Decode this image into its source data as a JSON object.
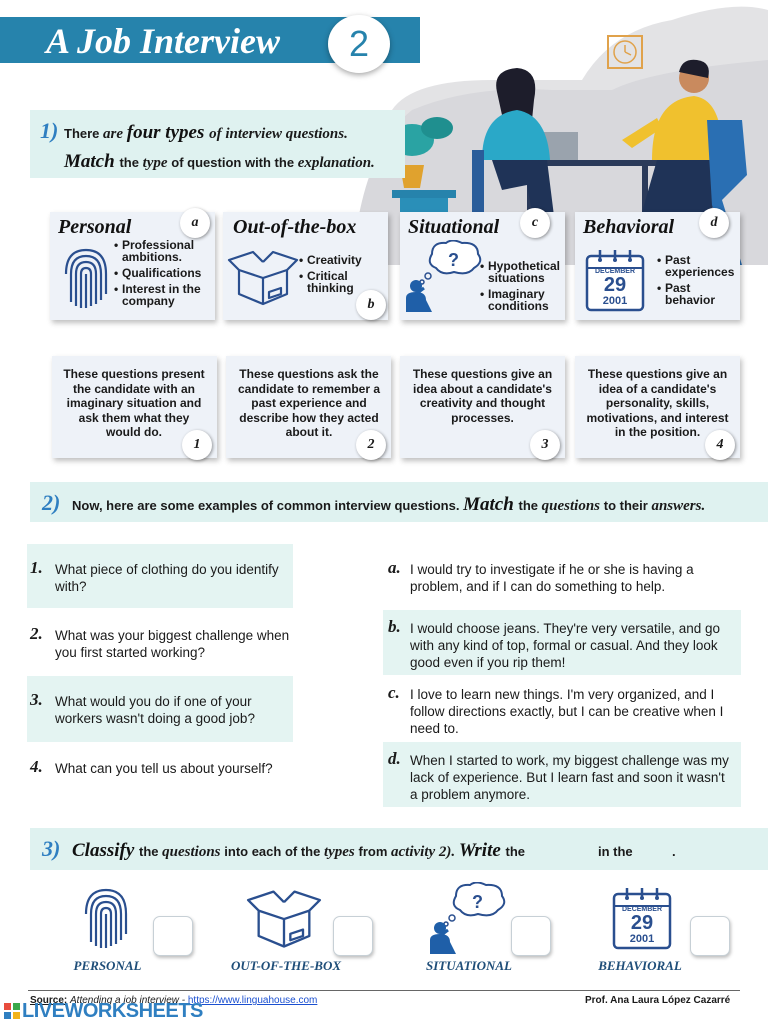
{
  "header": {
    "title": "A Job Interview",
    "number": "2"
  },
  "activity1": {
    "num": "1)",
    "line1": [
      {
        "t": "There ",
        "s": "plain"
      },
      {
        "t": "are ",
        "s": "it"
      },
      {
        "t": "four types ",
        "s": "bigit"
      },
      {
        "t": "of interview questions.",
        "s": "it"
      }
    ],
    "line2": [
      {
        "t": "Match ",
        "s": "bigit"
      },
      {
        "t": "the ",
        "s": "plain"
      },
      {
        "t": "type ",
        "s": "it"
      },
      {
        "t": "of question with the ",
        "s": "plain"
      },
      {
        "t": "explanation.",
        "s": "it"
      }
    ],
    "types": [
      {
        "title": "Personal",
        "letter": "a",
        "bullets": [
          "Professional ambitions.",
          "Qualifications",
          "Interest in the company"
        ]
      },
      {
        "title": "Out-of-the-box",
        "letter": "b",
        "bullets": [
          "Creativity",
          "Critical thinking"
        ]
      },
      {
        "title": "Situational",
        "letter": "c",
        "bullets": [
          "Hypothetical situations",
          "Imaginary conditions"
        ]
      },
      {
        "title": "Behavioral",
        "letter": "d",
        "bullets": [
          "Past experiences",
          "Past behavior"
        ]
      }
    ],
    "explanations": [
      {
        "text": "These questions present the candidate with an imaginary situation and ask them what they would do.",
        "num": "1"
      },
      {
        "text": "These questions ask the candidate to remember a past experience and describe how they acted about it.",
        "num": "2"
      },
      {
        "text": "These questions give an idea about a candidate's creativity and thought processes.",
        "num": "3"
      },
      {
        "text": "These questions give an idea of a candidate's personality, skills, motivations, and interest in the position.",
        "num": "4"
      }
    ],
    "calendar": {
      "month": "DECEMBER",
      "day": "29",
      "year": "2001"
    }
  },
  "activity2": {
    "num": "2)",
    "parts": [
      {
        "t": "Now, here are some examples of common interview questions. ",
        "s": "plain"
      },
      {
        "t": "Match ",
        "s": "bigit"
      },
      {
        "t": "the ",
        "s": "plain"
      },
      {
        "t": "questions ",
        "s": "it"
      },
      {
        "t": "to their ",
        "s": "plain"
      },
      {
        "t": "answers.",
        "s": "it"
      }
    ],
    "questions": [
      {
        "label": "1.",
        "text": "What piece of clothing do you identify with?"
      },
      {
        "label": "2.",
        "text": "What was your biggest challenge when you first started working?"
      },
      {
        "label": "3.",
        "text": "What would you do if one of your workers wasn't doing a good job?"
      },
      {
        "label": "4.",
        "text": "What can you tell us about yourself?"
      }
    ],
    "answers": [
      {
        "label": "a.",
        "text": "I would try to investigate if he or she is having a problem, and if I can do something to help."
      },
      {
        "label": "b.",
        "text": "I would choose jeans. They're very versatile, and go with any kind of top, formal or casual. And they look good even if you rip them!"
      },
      {
        "label": "c.",
        "text": "I love to learn new things. I'm very organized, and I follow directions exactly, but I can be creative when I need to."
      },
      {
        "label": "d.",
        "text": "When I started to work, my biggest challenge was my lack of experience. But I learn fast and soon it wasn't a problem anymore."
      }
    ]
  },
  "activity3": {
    "num": "3)",
    "parts": [
      {
        "t": "Classify ",
        "s": "bigit"
      },
      {
        "t": "the ",
        "s": "plain"
      },
      {
        "t": "questions ",
        "s": "it"
      },
      {
        "t": "into each of the ",
        "s": "plain"
      },
      {
        "t": "types ",
        "s": "it"
      },
      {
        "t": "from ",
        "s": "plain"
      },
      {
        "t": "activity 2). ",
        "s": "it"
      },
      {
        "t": "Write ",
        "s": "bigit"
      },
      {
        "t": "the ",
        "s": "plain"
      }
    ],
    "tail": "in the",
    "dot": ".",
    "labels": [
      "PERSONAL",
      "OUT-OF-THE-BOX",
      "SITUATIONAL",
      "BEHAVIORAL"
    ]
  },
  "footer": {
    "source_label": "Source:",
    "source_text": "Attending a job interview - ",
    "source_url": "https://www.linguahouse.com",
    "author": "Prof. Ana Laura López Cazarré",
    "brand": "LIVEWORKSHEETS"
  },
  "colors": {
    "title_bar": "#2683ac",
    "section_bar": "#dff2f0",
    "accent_blue": "#2f7fc1",
    "icon_blue": "#2a4f8f"
  }
}
